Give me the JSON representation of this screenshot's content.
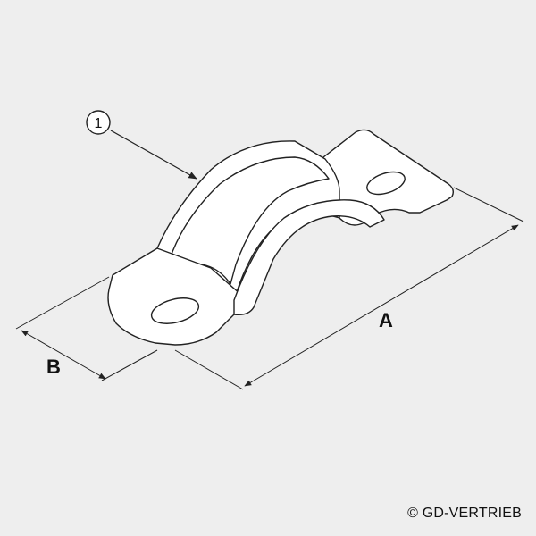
{
  "diagram": {
    "part_callout": "1",
    "dimension_a_label": "A",
    "dimension_b_label": "B"
  },
  "copyright": "© GD-VERTRIEB",
  "colors": {
    "background": "#eeeeee",
    "line": "#222222",
    "part_fill": "#ffffff"
  }
}
